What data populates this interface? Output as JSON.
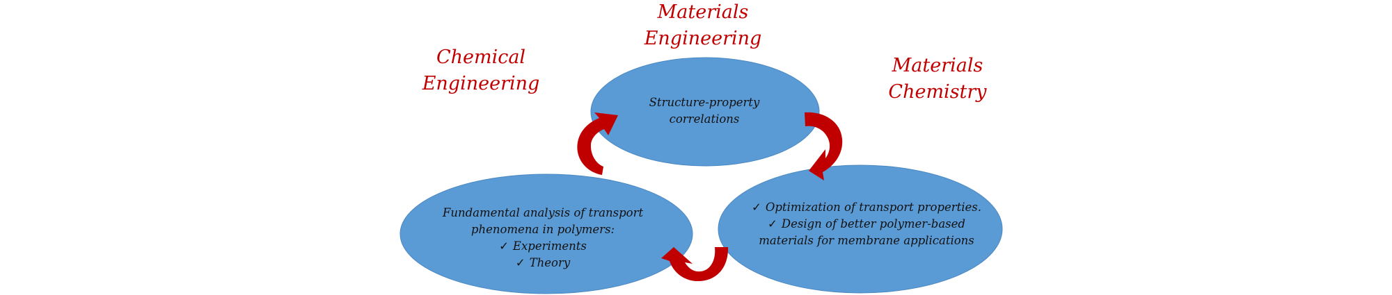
{
  "colors": {
    "ellipse_fill": "#5b9bd5",
    "ellipse_stroke": "#4a88c2",
    "arrow": "#c00000",
    "label": "#c00000",
    "node_text": "#111111"
  },
  "disciplines": {
    "materials_engineering": [
      "Materials",
      "Engineering"
    ],
    "chemical_engineering": [
      "Chemical",
      "Engineering"
    ],
    "materials_chemistry": [
      "Materials",
      "Chemistry"
    ]
  },
  "nodes": {
    "top": {
      "lines": [
        "Structure-property",
        "correlations"
      ]
    },
    "left": {
      "lines": [
        "Fundamental analysis of transport",
        "phenomena in polymers:"
      ],
      "checks": [
        "Experiments",
        "Theory"
      ]
    },
    "right": {
      "checks": [
        "Optimization of transport properties.",
        "Design of better polymer-based"
      ],
      "lines": [
        "materials for membrane applications"
      ]
    }
  },
  "icons": {
    "check": "✓"
  },
  "cycle": [
    "left",
    "top",
    "right",
    "left"
  ]
}
